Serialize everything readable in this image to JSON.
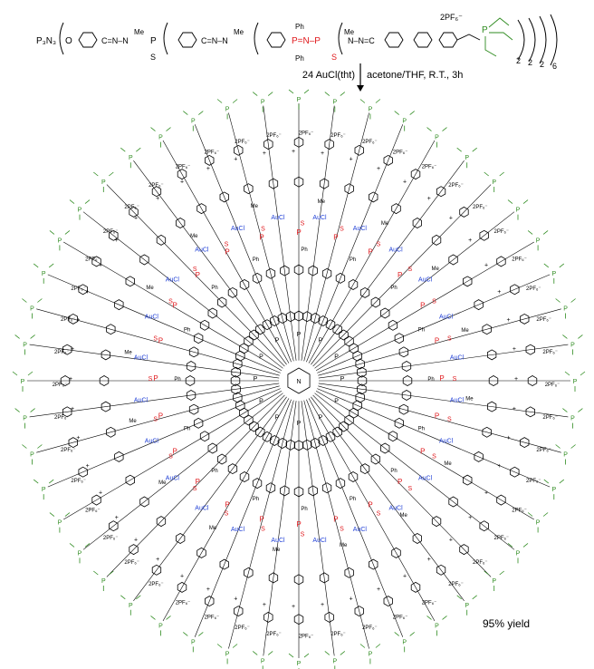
{
  "scheme": {
    "formula": {
      "core": "P₃N₃",
      "link_1": "O",
      "hydrazone_1": "C=N–N",
      "methyl_1": "Me",
      "phosphorus_1": "P",
      "sulfur_1": "S",
      "hydrazone_2": "C=N–N",
      "methyl_2": "Me",
      "phenyl_top": "Ph",
      "phenyl_bottom": "Ph",
      "red_fragment": "P=N–P",
      "sulfur_red": "S",
      "methyl_3": "Me",
      "hydrazone_3": "N–N=C",
      "counterion": "2PF₆⁻",
      "phosphonate": "P",
      "subscript_1": "2",
      "subscript_2": "2",
      "subscript_3": "2",
      "subscript_4": "6"
    },
    "reagent": "24 AuCl(tht)",
    "conditions": "acetone/THF, R.T., 3h",
    "yield_label": "95% yield"
  },
  "structure_labels": {
    "pf6": "2PF₆⁻",
    "ph": "Ph",
    "aucl": "AuCl",
    "me": "Me",
    "p": "P",
    "s": "S",
    "n": "N",
    "o": "O",
    "plus": "+"
  },
  "colors": {
    "red_accent": "#e0191d",
    "blue_accent": "#1f3fd6",
    "green_accent": "#2e8b1f",
    "ink": "#000000"
  }
}
